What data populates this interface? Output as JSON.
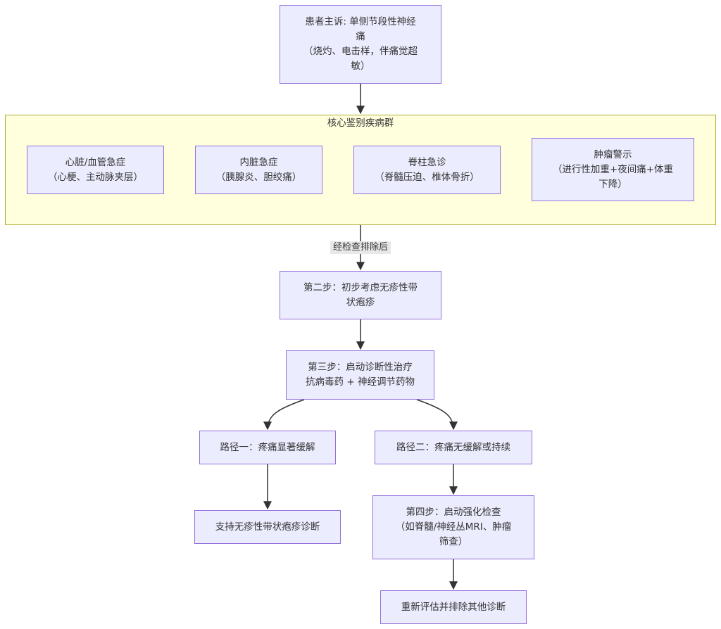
{
  "nodes": {
    "complaint": "患者主诉: 单侧节段性神经\n痛\n（烧灼、电击样，伴痛觉超\n敏）",
    "cardio": "心脏/血管急症\n（心梗、主动脉夹层）",
    "visceral": "内脏急症\n（胰腺炎、胆绞痛）",
    "spine": "脊柱急诊\n（脊髓压迫、椎体骨折）",
    "tumor": "肿瘤警示\n（进行性加重+夜间痛+体重\n下降）",
    "step2": "第二步：初步考虑无疹性带\n状疱疹",
    "step3": "第三步：启动诊断性治疗\n抗病毒药 + 神经调节药物",
    "path1": "路径一：疼痛显著缓解",
    "path2": "路径二：疼痛无缓解或持续",
    "support": "支持无疹性带状疱疹诊断",
    "step4": "第四步：启动强化检查\n（如脊髓/神经丛MRI、肿瘤\n筛查）",
    "reeval": "重新评估并排除其他诊断"
  },
  "cluster": {
    "title": "核心鉴别疾病群"
  },
  "edge_labels": {
    "after_exclusion": "经检查排除后"
  },
  "colors": {
    "node_fill": "#ececff",
    "node_border": "#9370db",
    "cluster_fill": "#ffffde",
    "cluster_border": "#aaaa33",
    "edge": "#333333"
  }
}
